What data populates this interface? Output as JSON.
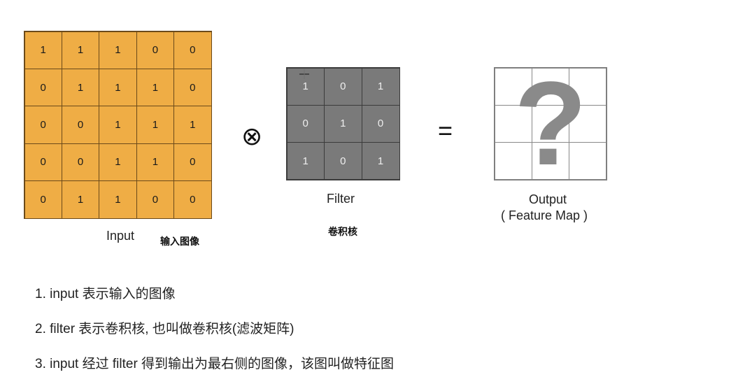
{
  "input": {
    "values": [
      [
        "1",
        "1",
        "1",
        "0",
        "0"
      ],
      [
        "0",
        "1",
        "1",
        "1",
        "0"
      ],
      [
        "0",
        "0",
        "1",
        "1",
        "1"
      ],
      [
        "0",
        "0",
        "1",
        "1",
        "0"
      ],
      [
        "0",
        "1",
        "1",
        "0",
        "0"
      ]
    ],
    "label": "Input",
    "cn_label": "输入图像",
    "color": "#efad45"
  },
  "operator_convolve": "⊗",
  "filter": {
    "values": [
      [
        "1",
        "0",
        "1"
      ],
      [
        "0",
        "1",
        "0"
      ],
      [
        "1",
        "0",
        "1"
      ]
    ],
    "label": "Filter",
    "cn_label": "卷积核",
    "color": "#7a7a7a"
  },
  "operator_equals": "=",
  "output": {
    "symbol": "?",
    "label_line1": "Output",
    "label_line2": "( Feature Map )"
  },
  "notes": [
    "1. input 表示输入的图像",
    "2. filter 表示卷积核, 也叫做卷积核(滤波矩阵)",
    "3. input 经过 filter 得到输出为最右侧的图像，该图叫做特征图"
  ]
}
